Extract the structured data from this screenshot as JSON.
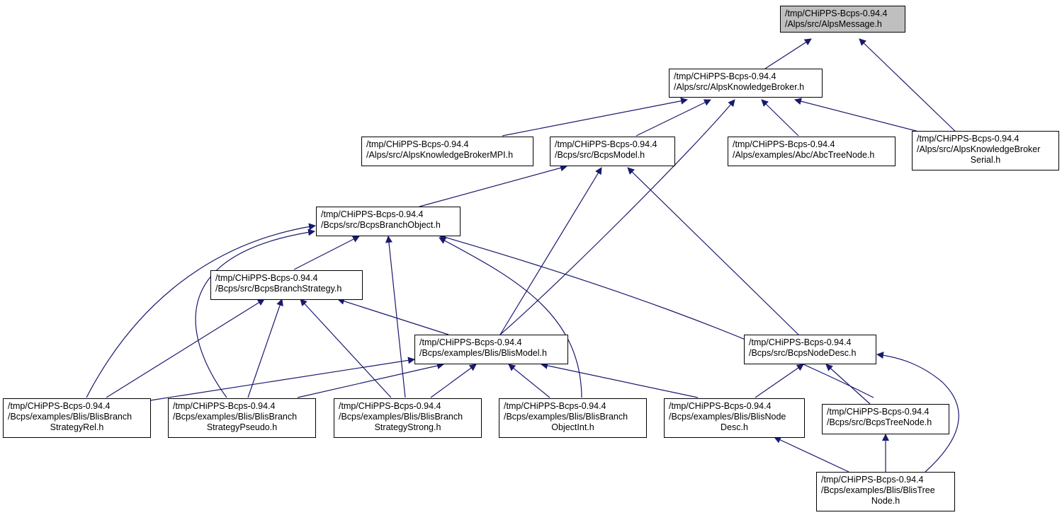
{
  "graph": {
    "edge_color": "#191970",
    "nodes": {
      "message": [
        "/tmp/CHiPPS-Bcps-0.94.4",
        "/Alps/src/AlpsMessage.h"
      ],
      "kbroker": [
        "/tmp/CHiPPS-Bcps-0.94.4",
        "/Alps/src/AlpsKnowledgeBroker.h"
      ],
      "kbmpi": [
        "/tmp/CHiPPS-Bcps-0.94.4",
        "/Alps/src/AlpsKnowledgeBrokerMPI.h"
      ],
      "bcpsmodel": [
        "/tmp/CHiPPS-Bcps-0.94.4",
        "/Bcps/src/BcpsModel.h"
      ],
      "abctree": [
        "/tmp/CHiPPS-Bcps-0.94.4",
        "/Alps/examples/Abc/AbcTreeNode.h"
      ],
      "kbserial": [
        "/tmp/CHiPPS-Bcps-0.94.4",
        "/Alps/src/AlpsKnowledgeBroker",
        "Serial.h"
      ],
      "branchobj": [
        "/tmp/CHiPPS-Bcps-0.94.4",
        "/Bcps/src/BcpsBranchObject.h"
      ],
      "branchstrat": [
        "/tmp/CHiPPS-Bcps-0.94.4",
        "/Bcps/src/BcpsBranchStrategy.h"
      ],
      "blismodel": [
        "/tmp/CHiPPS-Bcps-0.94.4",
        "/Bcps/examples/Blis/BlisModel.h"
      ],
      "nodedesc": [
        "/tmp/CHiPPS-Bcps-0.94.4",
        "/Bcps/src/BcpsNodeDesc.h"
      ],
      "strel": [
        "/tmp/CHiPPS-Bcps-0.94.4",
        "/Bcps/examples/Blis/BlisBranch",
        "StrategyRel.h"
      ],
      "stpseudo": [
        "/tmp/CHiPPS-Bcps-0.94.4",
        "/Bcps/examples/Blis/BlisBranch",
        "StrategyPseudo.h"
      ],
      "ststrong": [
        "/tmp/CHiPPS-Bcps-0.94.4",
        "/Bcps/examples/Blis/BlisBranch",
        "StrategyStrong.h"
      ],
      "objint": [
        "/tmp/CHiPPS-Bcps-0.94.4",
        "/Bcps/examples/Blis/BlisBranch",
        "ObjectInt.h"
      ],
      "blisnodedesc": [
        "/tmp/CHiPPS-Bcps-0.94.4",
        "/Bcps/examples/Blis/BlisNode",
        "Desc.h"
      ],
      "bcpstree": [
        "/tmp/CHiPPS-Bcps-0.94.4",
        "/Bcps/src/BcpsTreeNode.h"
      ],
      "blistree": [
        "/tmp/CHiPPS-Bcps-0.94.4",
        "/Bcps/examples/Blis/BlisTree",
        "Node.h"
      ]
    }
  }
}
